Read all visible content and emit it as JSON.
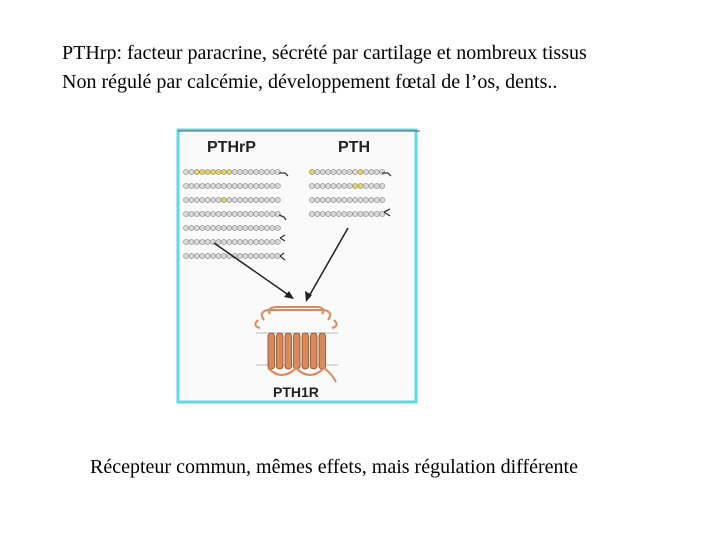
{
  "slide": {
    "line1": "PTHrp: facteur paracrine, sécrété par cartilage et nombreux tissus",
    "line2": "Non régulé par calcémie, développement fœtal de l’os, dents..",
    "caption": "Récepteur commun, mêmes effets, mais régulation différente"
  },
  "figure": {
    "label_pthrp": "PTHrP",
    "label_pth": "PTH",
    "label_receptor": "PTH1R",
    "frame_color": "#5fd8ea",
    "bead_color": "#d9d9d9",
    "highlight_bead_color": "#e3d35a",
    "receptor_color": "#d9895a"
  }
}
